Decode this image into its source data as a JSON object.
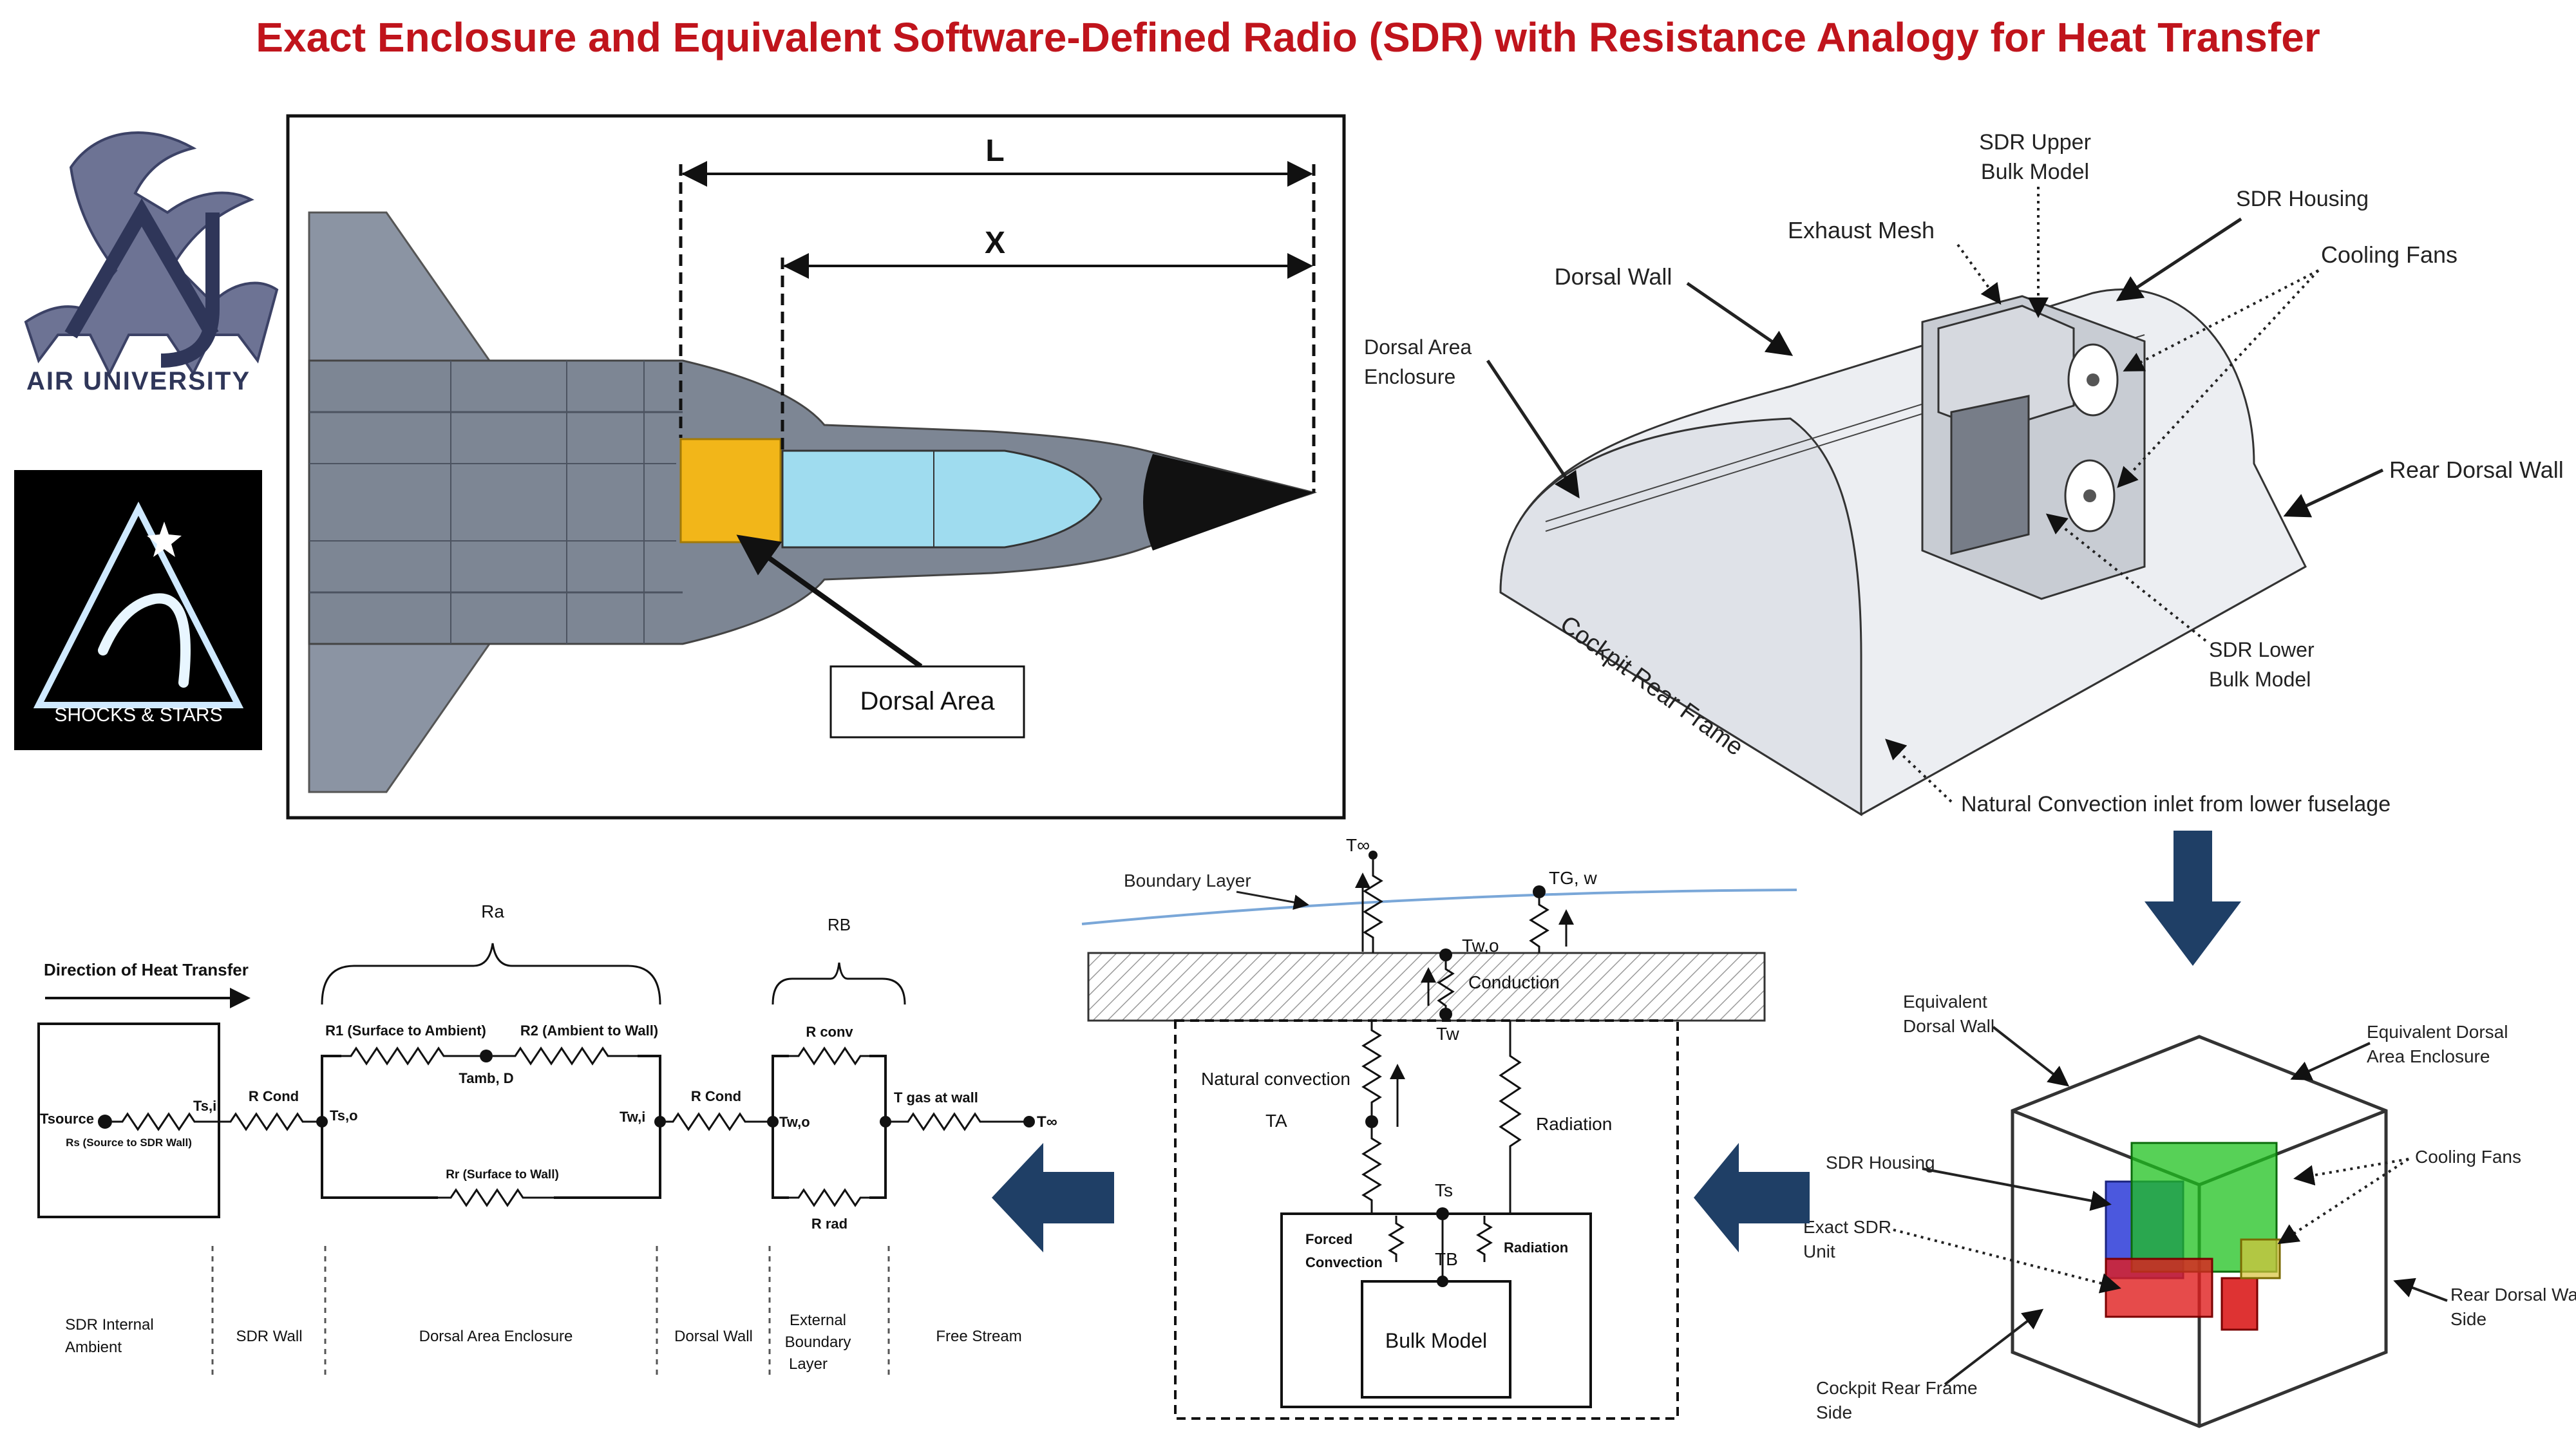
{
  "title": "Exact Enclosure and Equivalent Software-Defined Radio (SDR) with Resistance Analogy for Heat Transfer",
  "colors": {
    "title": "#c0141c",
    "arrow": "#1f3f66",
    "dorsal_highlight": "#f2b619",
    "canopy": "#9fdcef",
    "aircraft": "#7d8694",
    "enclosure_line": "#333333",
    "boundary_layer": "#7aa7d8"
  },
  "logos": {
    "air_university": "AIR UNIVERSITY",
    "shocks_stars": "SHOCKS & STARS"
  },
  "aircraft_panel": {
    "dim_l": "L",
    "dim_x": "X",
    "dorsal_area": "Dorsal Area"
  },
  "enclosure_3d": {
    "labels": {
      "sdr_upper_bulk": [
        "SDR Upper",
        "Bulk Model"
      ],
      "exhaust_mesh": "Exhaust Mesh",
      "sdr_housing": "SDR Housing",
      "cooling_fans": "Cooling Fans",
      "dorsal_wall": "Dorsal Wall",
      "dorsal_area_enclosure": [
        "Dorsal Area",
        "Enclosure"
      ],
      "rear_dorsal_wall": "Rear Dorsal Wall",
      "sdr_lower_bulk": [
        "SDR Lower",
        "Bulk Model"
      ],
      "cockpit_rear_frame": "Cockpit Rear Frame",
      "natural_convection_inlet": "Natural Convection inlet from lower fuselage"
    }
  },
  "equivalent_box": {
    "labels": {
      "equivalent_dorsal_wall": [
        "Equivalent",
        "Dorsal Wall"
      ],
      "equivalent_dorsal_area_enclosure": [
        "Equivalent Dorsal",
        "Area Enclosure"
      ],
      "sdr_housing": "SDR Housing",
      "cooling_fans": "Cooling Fans",
      "exact_sdr_unit": [
        "Exact SDR",
        "Unit"
      ],
      "rear_dorsal_wall_side": [
        "Rear Dorsal Wall",
        "Side"
      ],
      "cockpit_rear_frame_side": [
        "Cockpit Rear Frame",
        "Side"
      ]
    }
  },
  "thermal_diagram": {
    "boundary_layer": "Boundary Layer",
    "t_inf": "T∞",
    "t_gw": "TG, w",
    "t_wo": "Tw,o",
    "conduction": "Conduction",
    "t_w": "Tw",
    "natural_convection": "Natural convection",
    "t_a": "TA",
    "radiation_outer": "Radiation",
    "t_s": "Ts",
    "forced_convection": [
      "Forced",
      "Convection"
    ],
    "t_b": "TB",
    "radiation_inner": "Radiation",
    "bulk_model": "Bulk Model"
  },
  "resistance_network": {
    "direction": "Direction of Heat Transfer",
    "ra": "Ra",
    "rb": "RB",
    "t_source": "Tsource",
    "r_s": "Rs (Source to SDR Wall)",
    "t_si": "Ts,i",
    "r_cond_1": "R Cond",
    "t_so": "Ts,o",
    "r1": "R1 (Surface to Ambient)",
    "t_amb": "Tamb, D",
    "r2": "R2 (Ambient to Wall)",
    "rr": "Rr (Surface to Wall)",
    "t_wi": "Tw,i",
    "r_cond_2": "R Cond",
    "t_wo": "Tw,o",
    "r_conv": "R conv",
    "r_rad": "R rad",
    "t_gas": "T gas at wall",
    "t_inf": "T∞",
    "zones": [
      [
        "SDR Internal",
        "Ambient"
      ],
      [
        "SDR Wall"
      ],
      [
        "Dorsal Area Enclosure"
      ],
      [
        "Dorsal Wall"
      ],
      [
        "External",
        "Boundary",
        "Layer"
      ],
      [
        "Free Stream"
      ]
    ]
  }
}
